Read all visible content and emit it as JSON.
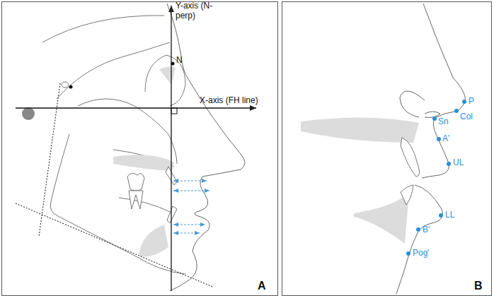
{
  "diagram": {
    "labels": [
      "Y-axis (N-perp)",
      "N",
      "X-axis (FH line)",
      "A",
      "P",
      "Col",
      "Sn",
      "A'",
      "UL",
      "LL",
      "B'",
      "Pog'",
      "B"
    ]
  }
}
